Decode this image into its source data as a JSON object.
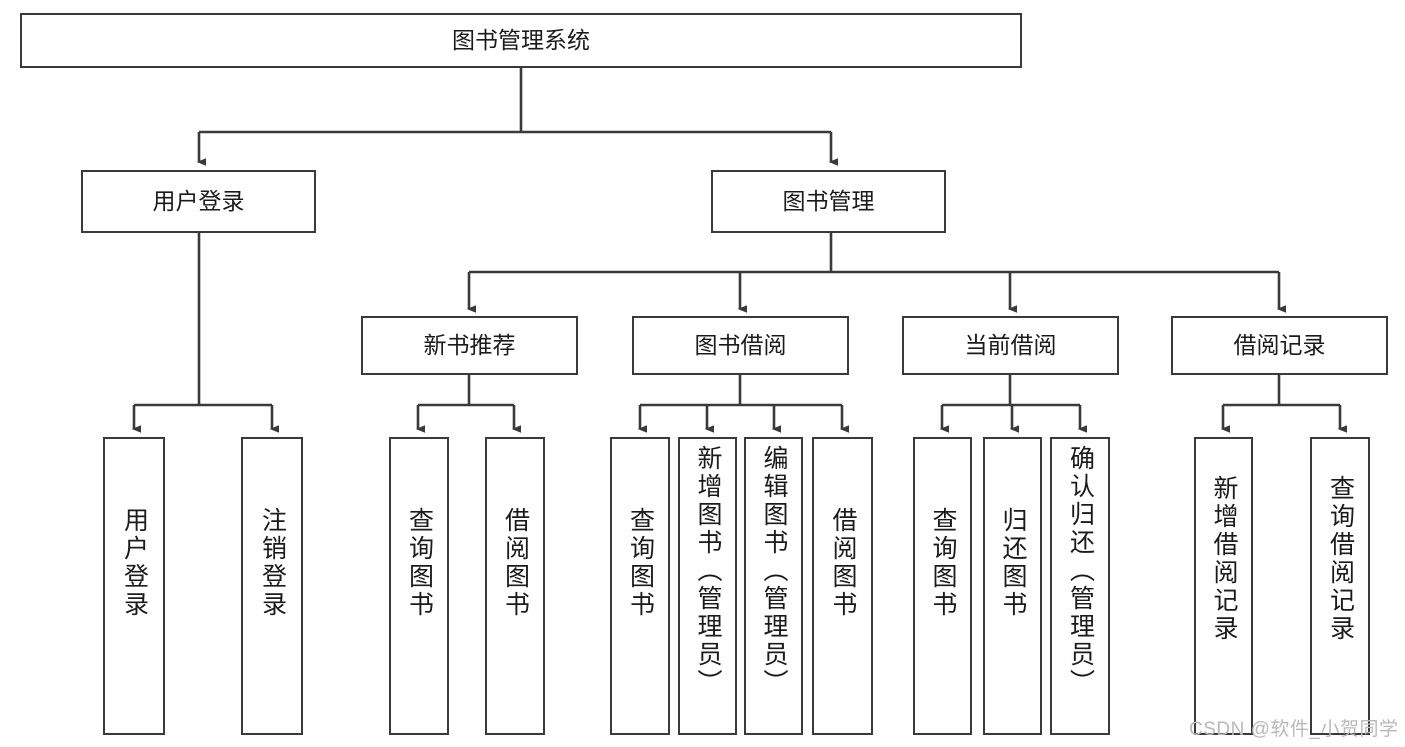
{
  "diagram": {
    "title": "图书管理系统",
    "type": "tree-hierarchy",
    "watermark": "CSDN @软件_小贺同学",
    "colors": {
      "box_border": "#3a3a3a",
      "box_fill": "#ffffff",
      "edge": "#3a3a3a",
      "text": "#1b1b1b",
      "watermark": "#b9b9b9"
    },
    "root": {
      "label": "图书管理系统"
    },
    "level2": [
      {
        "label": "用户登录"
      },
      {
        "label": "图书管理"
      }
    ],
    "level3": [
      {
        "label": "新书推荐"
      },
      {
        "label": "图书借阅"
      },
      {
        "label": "当前借阅"
      },
      {
        "label": "借阅记录"
      }
    ],
    "leaves": {
      "user_login": [
        {
          "label": "用户登录"
        },
        {
          "label": "注销登录"
        }
      ],
      "new_book_recommend": [
        {
          "label": "查询图书"
        },
        {
          "label": "借阅图书"
        }
      ],
      "book_borrow": [
        {
          "label": "查询图书"
        },
        {
          "label": "新增图书（管理员）"
        },
        {
          "label": "编辑图书（管理员）"
        },
        {
          "label": "借阅图书"
        }
      ],
      "current_borrow": [
        {
          "label": "查询图书"
        },
        {
          "label": "归还图书"
        },
        {
          "label": "确认归还（管理员）"
        }
      ],
      "borrow_record": [
        {
          "label": "新增借阅记录"
        },
        {
          "label": "查询借阅记录"
        }
      ]
    }
  }
}
